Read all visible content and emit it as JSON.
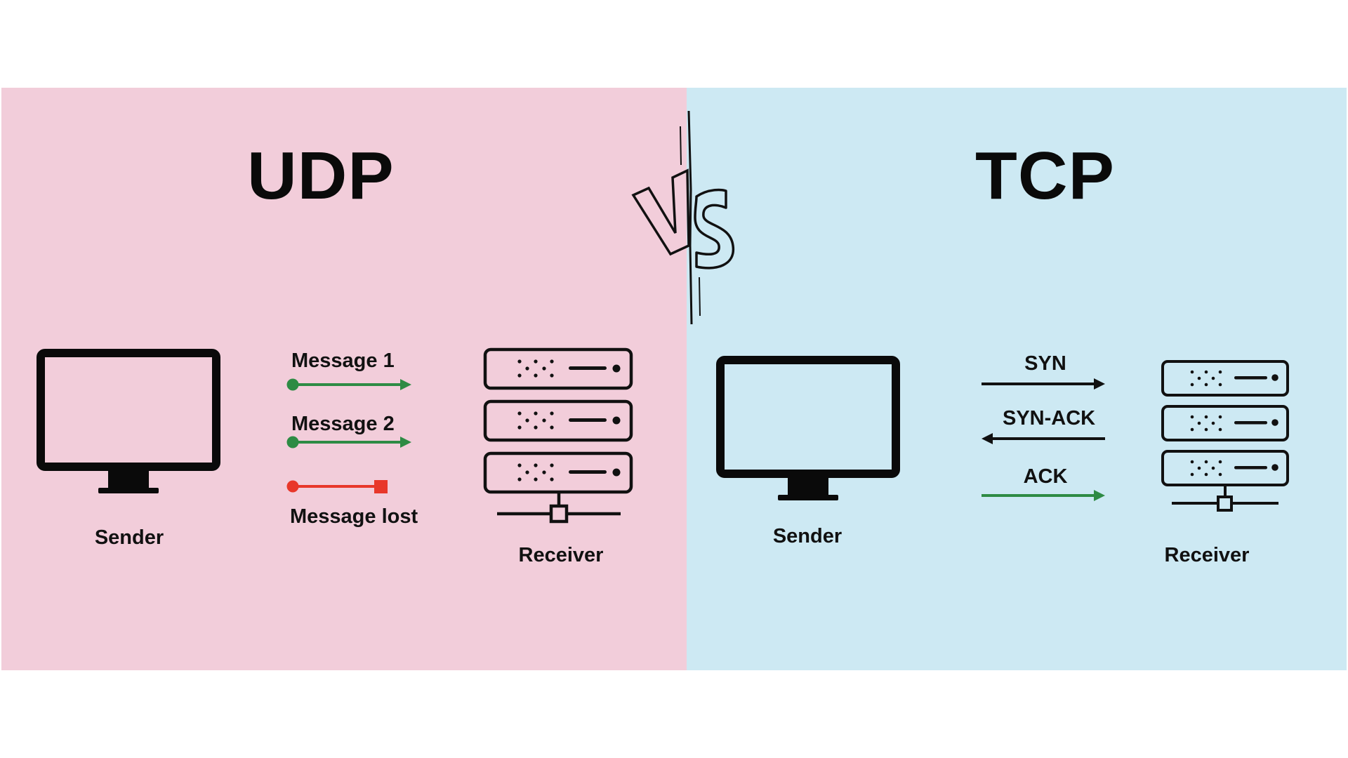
{
  "colors": {
    "udp_panel": "#f2cdda",
    "tcp_panel": "#cde9f3",
    "success_arrow": "#2e8b44",
    "lost_arrow": "#e8372a",
    "ink": "#111111"
  },
  "vs": {
    "text": "VS"
  },
  "udp": {
    "title": "UDP",
    "sender_label": "Sender",
    "receiver_label": "Receiver",
    "sender_icon": "monitor-icon",
    "receiver_icon": "server-rack-icon",
    "messages": [
      {
        "label": "Message 1",
        "status": "delivered",
        "color": "#2e8b44"
      },
      {
        "label": "Message 2",
        "status": "delivered",
        "color": "#2e8b44"
      },
      {
        "label": "Message lost",
        "status": "lost",
        "color": "#e8372a"
      }
    ]
  },
  "tcp": {
    "title": "TCP",
    "sender_label": "Sender",
    "receiver_label": "Receiver",
    "sender_icon": "monitor-icon",
    "receiver_icon": "server-rack-icon",
    "handshake": [
      {
        "label": "SYN",
        "direction": "right",
        "color": "#111111"
      },
      {
        "label": "SYN-ACK",
        "direction": "left",
        "color": "#111111"
      },
      {
        "label": "ACK",
        "direction": "right",
        "color": "#2e8b44"
      }
    ]
  }
}
